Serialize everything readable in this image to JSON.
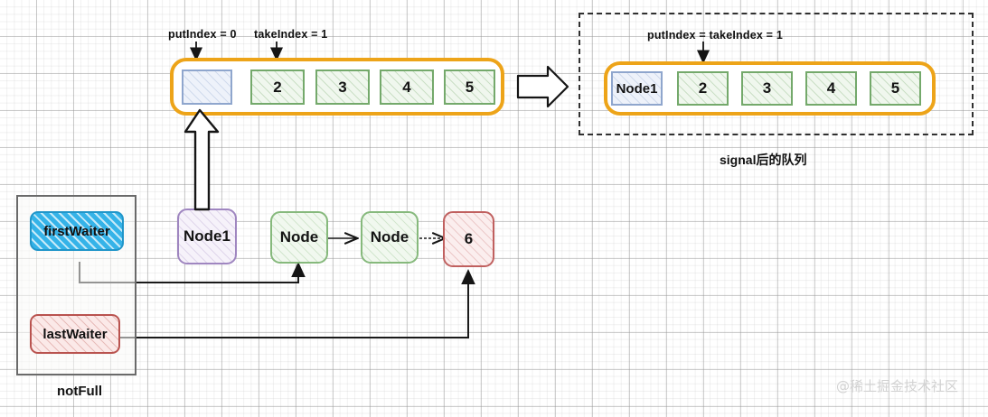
{
  "diagram": {
    "title_caption": "signal后的队列",
    "watermark": "@稀土掘金技术社区",
    "colors": {
      "queue_border": "#eda419",
      "empty_slot": "#8fa6cd",
      "filled_slot": "#74a96b",
      "node_purple": "#9f86c0",
      "node_green": "#86b97c",
      "node_red": "#c0605f",
      "first_waiter": "#35b3e8",
      "last_waiter": "#b9534f",
      "connector": "#1a1a1a"
    }
  },
  "left_queue": {
    "put_index_label": "putIndex = 0",
    "take_index_label": "takeIndex = 1",
    "slots": [
      {
        "label": "",
        "state": "empty"
      },
      {
        "label": "2",
        "state": "filled"
      },
      {
        "label": "3",
        "state": "filled"
      },
      {
        "label": "4",
        "state": "filled"
      },
      {
        "label": "5",
        "state": "filled"
      }
    ]
  },
  "right_queue": {
    "index_label": "putIndex = takeIndex = 1",
    "caption": "signal后的队列",
    "slots": [
      {
        "label": "Node1",
        "state": "empty"
      },
      {
        "label": "2",
        "state": "filled"
      },
      {
        "label": "3",
        "state": "filled"
      },
      {
        "label": "4",
        "state": "filled"
      },
      {
        "label": "5",
        "state": "filled"
      }
    ]
  },
  "waiter_queue": {
    "container_label": "notFull",
    "first_waiter_label": "firstWaiter",
    "last_waiter_label": "lastWaiter"
  },
  "node_chain": {
    "nodes": [
      {
        "label": "Node1",
        "color": "purple"
      },
      {
        "label": "Node",
        "color": "green"
      },
      {
        "label": "Node",
        "color": "green"
      },
      {
        "label": "6",
        "color": "red"
      }
    ]
  }
}
